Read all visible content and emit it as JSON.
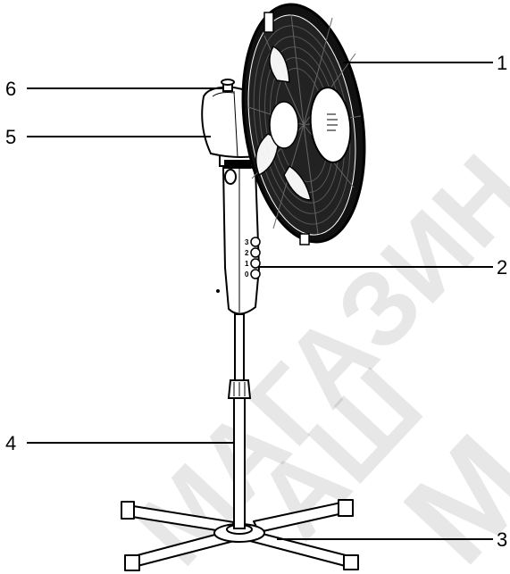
{
  "figure": {
    "callouts": [
      {
        "id": "1",
        "label": "1"
      },
      {
        "id": "2",
        "label": "2"
      },
      {
        "id": "3",
        "label": "3"
      },
      {
        "id": "4",
        "label": "4"
      },
      {
        "id": "5",
        "label": "5"
      },
      {
        "id": "6",
        "label": "6"
      }
    ],
    "speed_labels": [
      "3",
      "2",
      "1",
      "0"
    ],
    "watermark": {
      "word1": "МАГАЗИН",
      "word2": "АШ",
      "word3": "М"
    }
  }
}
